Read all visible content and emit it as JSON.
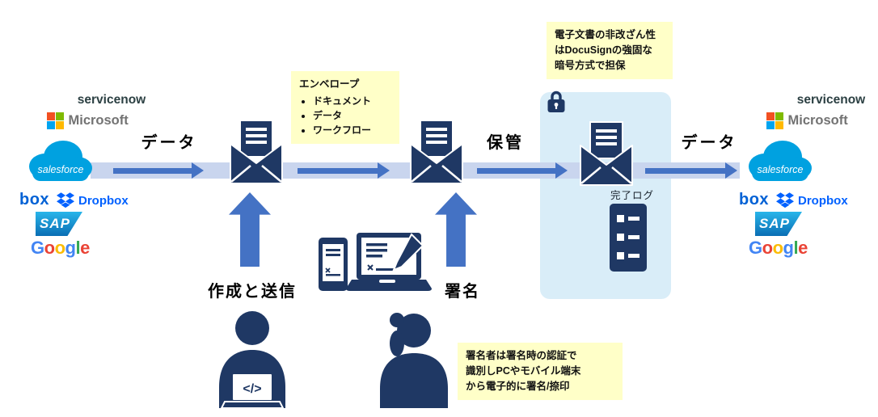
{
  "colors": {
    "navy": "#1f3864",
    "arrow_blue": "#4472c4",
    "band_blue": "#c9d5ee",
    "panel_blue": "#d9edf8",
    "callout_yellow": "#ffffc8",
    "microsoft_squares": [
      "#f25022",
      "#7fba00",
      "#00a4ef",
      "#ffb900"
    ],
    "microsoft_text": "#737373",
    "salesforce_blue": "#00a1e0",
    "box_blue": "#0061d5",
    "dropbox_blue": "#0061ff",
    "sap_gradient": [
      "#29b5ea",
      "#0a6eb4"
    ],
    "servicenow_dark": "#2c4043",
    "google_letter_colors": [
      "#4285f4",
      "#ea4335",
      "#fbbc05",
      "#4285f4",
      "#34a853",
      "#ea4335"
    ]
  },
  "flow": {
    "data_label_left": "データ",
    "storage_label": "保管",
    "data_label_right": "データ"
  },
  "steps": {
    "create_send": "作成と送信",
    "sign": "署名"
  },
  "panel": {
    "completion_log": "完了ログ"
  },
  "callouts": {
    "envelope_title": "エンベロープ",
    "envelope_items": [
      "ドキュメント",
      "データ",
      "ワークフロー"
    ],
    "security": "電子文書の非改ざん性\nはDocuSignの強固な\n暗号方式で担保",
    "signer": "署名者は署名時の認証で\n識別しPCやモバイル端末\nから電子的に署名/捺印"
  },
  "icons": {
    "code_symbol": "</>"
  },
  "logos": {
    "servicenow": "servicenow",
    "microsoft": "Microsoft",
    "salesforce": "salesforce",
    "box": "box",
    "dropbox": "Dropbox",
    "sap": "SAP",
    "google_letters": [
      "G",
      "o",
      "o",
      "g",
      "l",
      "e"
    ]
  }
}
